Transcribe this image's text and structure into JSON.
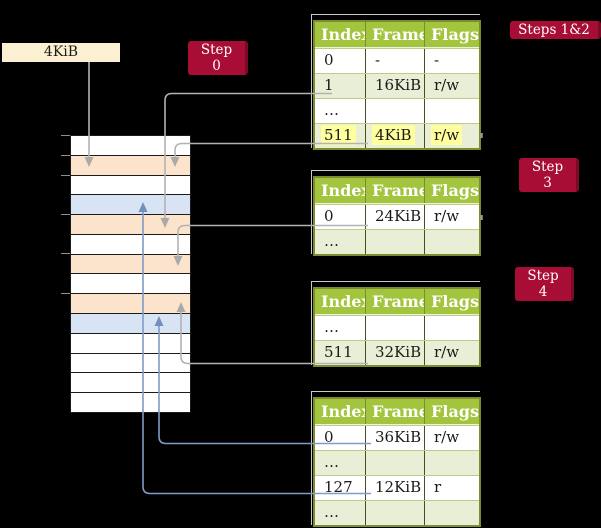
{
  "frame_size_label": "4KiB",
  "badges": {
    "step0": "Step 0",
    "steps12": "Steps 1&2",
    "step3": "Step 3",
    "step4": "Step 4"
  },
  "memory_stack": {
    "rows": [
      {
        "type": "frame"
      },
      {
        "type": "pt"
      },
      {
        "type": "frame"
      },
      {
        "type": "data"
      },
      {
        "type": "pt"
      },
      {
        "type": "frame"
      },
      {
        "type": "pt"
      },
      {
        "type": "frame"
      },
      {
        "type": "pt"
      },
      {
        "type": "data"
      },
      {
        "type": "frame"
      },
      {
        "type": "frame"
      },
      {
        "type": "frame"
      },
      {
        "type": "frame"
      }
    ]
  },
  "page_tables": [
    {
      "step_badge": "Steps 1&2",
      "headers": [
        "Index",
        "Frame",
        "Flags"
      ],
      "rows": [
        {
          "index": "0",
          "frame": "-",
          "flags": "-"
        },
        {
          "index": "1",
          "frame": "16KiB",
          "flags": "r/w"
        },
        {
          "index": "…",
          "frame": "",
          "flags": ""
        },
        {
          "index": "511",
          "frame": "4KiB",
          "flags": "r/w"
        }
      ]
    },
    {
      "step_badge": "Step 3",
      "headers": [
        "Index",
        "Frame",
        "Flags"
      ],
      "rows": [
        {
          "index": "0",
          "frame": "24KiB",
          "flags": "r/w"
        },
        {
          "index": "…",
          "frame": "",
          "flags": ""
        }
      ]
    },
    {
      "step_badge": "Step 4",
      "headers": [
        "Index",
        "Frame",
        "Flags"
      ],
      "rows": [
        {
          "index": "…",
          "frame": "",
          "flags": ""
        },
        {
          "index": "511",
          "frame": "32KiB",
          "flags": "r/w"
        }
      ]
    },
    {
      "step_badge": "",
      "headers": [
        "Index",
        "Frame",
        "Flags"
      ],
      "rows": [
        {
          "index": "0",
          "frame": "36KiB",
          "flags": "r/w"
        },
        {
          "index": "…",
          "frame": "",
          "flags": ""
        },
        {
          "index": "127",
          "frame": "12KiB",
          "flags": "r"
        },
        {
          "index": "…",
          "frame": "",
          "flags": ""
        }
      ]
    }
  ],
  "colors": {
    "background": "#000000",
    "badge_red": "#a80d35",
    "table_header_green": "#a3c53e",
    "table_row_green": "#e9efd6",
    "table_border_olive": "#7d8c2f",
    "page_table_frame_peach": "#fce4cc",
    "data_frame_blue": "#d8e4f4",
    "label_box_cream": "#fcf0d2",
    "highlight_yellow": "#ffff9e",
    "connector_gray": "#b3b3b3",
    "connector_blue": "#7f9bc7"
  }
}
